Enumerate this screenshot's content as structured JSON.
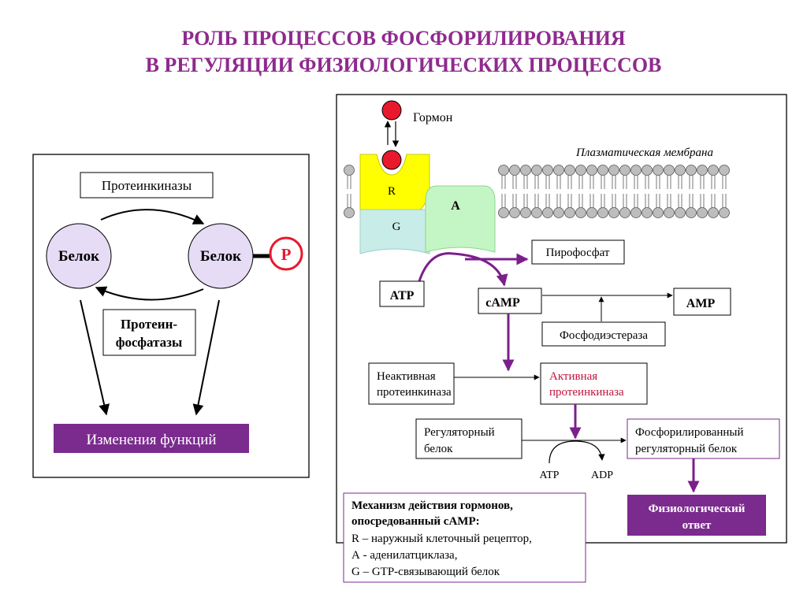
{
  "title": {
    "line1": "РОЛЬ ПРОЦЕССОВ ФОСФОРИЛИРОВАНИЯ",
    "line2": "В РЕГУЛЯЦИИ ФИЗИОЛОГИЧЕСКИХ ПРОЦЕССОВ"
  },
  "left_panel": {
    "kinases": "Протеинкиназы",
    "protein_left": "Белок",
    "protein_right": "Белок",
    "phosphate": "P",
    "phosphatases_line1": "Протеин-",
    "phosphatases_line2": "фосфатазы",
    "function_change": "Изменения функций"
  },
  "right_panel": {
    "hormone": "Гормон",
    "membrane": "Плазматическая мембрана",
    "receptor": "R",
    "gprotein": "G",
    "cyclase": "A",
    "atp": "ATP",
    "camp": "cAMP",
    "amp": "AMP",
    "pyrophosphate": "Пирофосфат",
    "phosphodiesterase": "Фосфодиэстераза",
    "inactive_line1": "Неактивная",
    "inactive_line2": "протеинкиназа",
    "active_line1": "Активная",
    "active_line2": "протеинкиназа",
    "reg_line1": "Регуляторный",
    "reg_line2": "белок",
    "phos_line1": "Фосфорилированный",
    "phos_line2": "регуляторный белок",
    "atp_small": "ATP",
    "adp_small": "ADP",
    "response_line1": "Физиологический",
    "response_line2": "ответ",
    "legend": {
      "line1": "Механизм действия гормонов,",
      "line2": "опосредованный cAMP:",
      "line3": "R – наружный клеточный рецептор,",
      "line4": "А - аденилатциклаза,",
      "line5": "G – GTP-связывающий белок"
    }
  },
  "colors": {
    "title": "#8e2a8e",
    "purple_box": "#7b2a8e",
    "lavender": "#e6dcf5",
    "hormone_red": "#e8192c",
    "receptor_yellow": "#ffff00",
    "gprotein_cyan": "#c8ece8",
    "cyclase_green": "#c4f5c4",
    "membrane_grey": "#bdbdbd",
    "active_text": "#c0143c"
  }
}
